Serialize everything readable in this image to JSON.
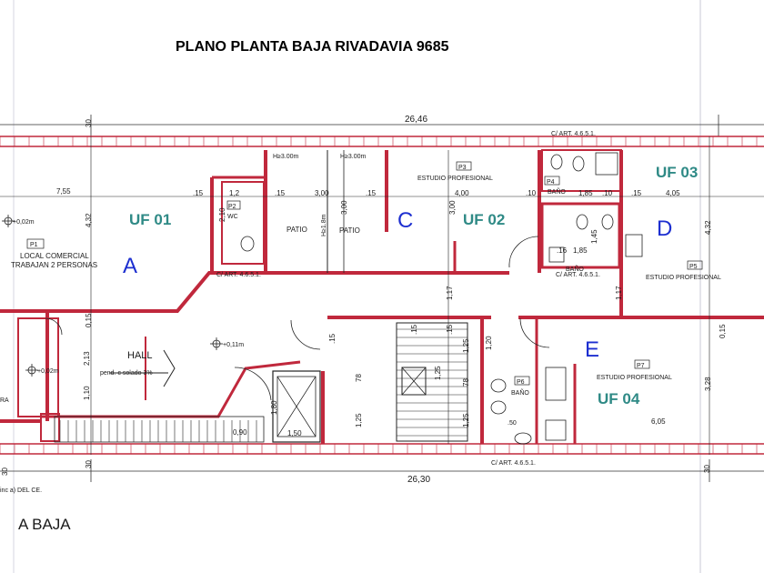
{
  "title": "PLANO  PLANTA BAJA RIVADAVIA 9685",
  "dimensions": {
    "total_top": "26,46",
    "total_bottom": "26,30",
    "left_width": "7,55",
    "left_depth": "4,32",
    "wc_w1": "1,2",
    "wc_w2": ".15",
    "wc_d": "2,10",
    "patio_h1": "H≥3.00m",
    "patio_h2": "H≥3.00m",
    "patio_a": ".15",
    "patio_b": "3,00",
    "patio_c": "H≥1.8m",
    "patio_d": "3,00",
    "patio_e": ".15",
    "c_w": "4,00",
    "c_d": "3,00",
    "p4_a": ".10",
    "p4_b": "1,85",
    "p4_c": ".10",
    "d_a": ".15",
    "d_w": "4,05",
    "d_d": "4,32",
    "d_h": "1,17",
    "bano_a": ".16",
    "bano_b": "1,85",
    "bano_c": "1,45",
    "c_h": "1,17",
    "hall_a": "0,15",
    "hall_b": "2,13",
    "hall_c": "1,10",
    "stair_a": "1,25",
    "stair_b": "1,25",
    "stair_c": "1,25",
    "stair_d": "1,25",
    "stair_e": "1,20",
    "stair_f": "78",
    "stair_g": "78",
    "stair_h": ".15",
    "stair_i": ".15",
    "stair_j": ".15",
    "elev_a": "1,80",
    "elev_b": "1,50",
    "bottom_a": "0,90",
    "bottom_b": "30",
    "bottom_c": "30",
    "e_w": "6,05",
    "e_d": "3,28",
    "e_r": "0,15",
    "p6_w": ".50",
    "left_a": "30",
    "left_b": "30"
  },
  "units": {
    "uf01": "UF 01",
    "uf02": "UF 02",
    "uf03": "UF 03",
    "uf04": "UF 04"
  },
  "zones": {
    "a": "A",
    "c": "C",
    "d": "D",
    "e": "E"
  },
  "rooms": {
    "p1": "P1",
    "p1_line1": "LOCAL COMERCIAL",
    "p1_line2": "TRABAJAN 2 PERSONAS",
    "p2": "P2",
    "wc": "WC",
    "patio1": "PATIO",
    "patio2": "PATIO",
    "p3": "P3",
    "p3_label": "ESTUDIO PROFESIONAL",
    "p4": "P4",
    "p4_label": "BAÑO",
    "bano2": "BAÑO",
    "p5": "P5",
    "p5_label": "ESTUDIO PROFESIONAL",
    "p6": "P6",
    "p6_label": "BAÑO",
    "p7": "P7",
    "p7_label": "ESTUDIO PROFESIONAL",
    "hall": "HALL",
    "hall_note": "pend. c solado 3%",
    "level1": "+0,02m",
    "level2": "+0,11m",
    "level3": "+0,02m"
  },
  "notes": {
    "art_top": "C/ ART. 4.6.5.1.",
    "art_mid1": "C/ ART. 4.6.5.1.",
    "art_mid2": "C/ ART. 4.6.5.1.",
    "art_bottom": "C/ ART. 4.6.5.1.",
    "left_frag": "RA",
    "bottom_note": "inc a) DEL CE.",
    "footer": "A BAJA"
  },
  "colors": {
    "wall": "#c0283c",
    "unit_label": "#2f8a86",
    "zone_label": "#1d2fd0"
  }
}
